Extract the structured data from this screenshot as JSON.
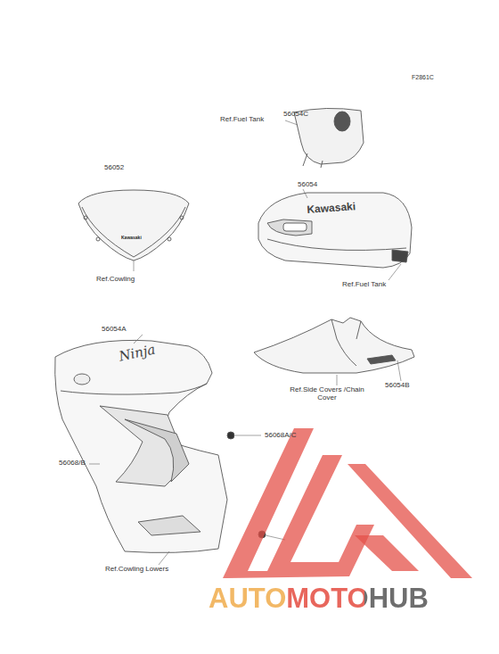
{
  "diagram": {
    "labels": [
      "F2861C",
      "56054C",
      "Ref.Fuel Tank",
      "56052",
      "Kawasaki",
      "Ref.Cowling",
      "56054",
      "Kawasaki",
      "Ref.Fuel Tank",
      "56054A",
      "Ninja",
      "Ref.Side Covers /Chain Cover",
      "56054B",
      "56068A/C",
      "56068/B",
      "Ref.Cowling Lowers",
      "AUTOMOTOHUB"
    ]
  }
}
